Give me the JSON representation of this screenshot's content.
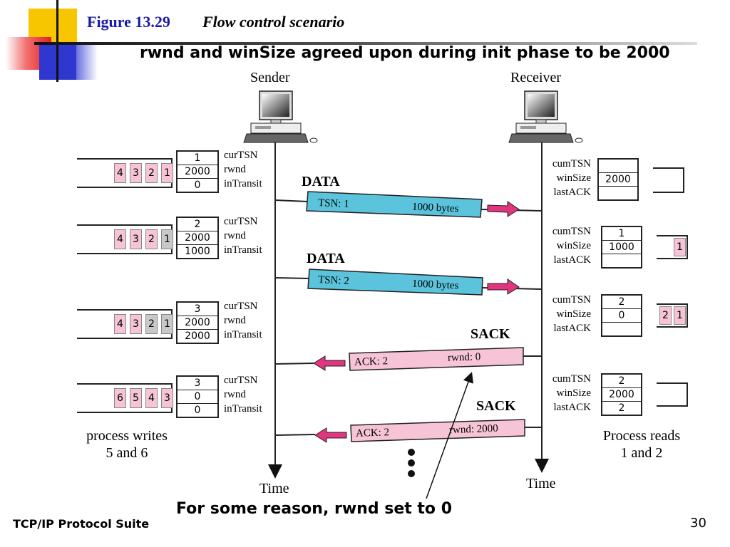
{
  "header": {
    "figure_number": "Figure 13.29",
    "figure_title": "Flow control scenario",
    "headline": "rwnd and winSize agreed upon during init phase to be 2000"
  },
  "hosts": {
    "sender": "Sender",
    "receiver": "Receiver",
    "time_label": "Time"
  },
  "sender_labels": [
    "curTSN",
    "rwnd",
    "inTransit"
  ],
  "receiver_labels": [
    "cumTSN",
    "winSize",
    "lastACK"
  ],
  "sender_states": [
    {
      "values": [
        "1",
        "2000",
        "0"
      ],
      "queue": [
        {
          "v": "4",
          "s": "pink"
        },
        {
          "v": "3",
          "s": "pink"
        },
        {
          "v": "2",
          "s": "pink"
        },
        {
          "v": "1",
          "s": "pink"
        }
      ]
    },
    {
      "values": [
        "2",
        "2000",
        "1000"
      ],
      "queue": [
        {
          "v": "4",
          "s": "pink"
        },
        {
          "v": "3",
          "s": "pink"
        },
        {
          "v": "2",
          "s": "pink"
        },
        {
          "v": "1",
          "s": "gray"
        }
      ]
    },
    {
      "values": [
        "3",
        "2000",
        "2000"
      ],
      "queue": [
        {
          "v": "4",
          "s": "pink"
        },
        {
          "v": "3",
          "s": "pink"
        },
        {
          "v": "2",
          "s": "gray"
        },
        {
          "v": "1",
          "s": "gray"
        }
      ]
    },
    {
      "values": [
        "3",
        "0",
        "0"
      ],
      "queue": [
        {
          "v": "6",
          "s": "pink"
        },
        {
          "v": "5",
          "s": "pink"
        },
        {
          "v": "4",
          "s": "pink"
        },
        {
          "v": "3",
          "s": "pink"
        }
      ]
    }
  ],
  "receiver_states": [
    {
      "values": [
        "",
        "2000",
        ""
      ],
      "queue": []
    },
    {
      "values": [
        "1",
        "1000",
        ""
      ],
      "queue": [
        {
          "v": "1",
          "s": "pink"
        }
      ]
    },
    {
      "values": [
        "2",
        "0",
        ""
      ],
      "queue": [
        {
          "v": "2",
          "s": "pink"
        },
        {
          "v": "1",
          "s": "pink"
        }
      ]
    },
    {
      "values": [
        "2",
        "2000",
        "2"
      ],
      "queue": []
    }
  ],
  "packets": [
    {
      "type": "DATA",
      "left": "TSN: 1",
      "right": "1000 bytes",
      "direction": "to-receiver",
      "color": "#5bc3dc"
    },
    {
      "type": "DATA",
      "left": "TSN: 2",
      "right": "1000 bytes",
      "direction": "to-receiver",
      "color": "#5bc3dc"
    },
    {
      "type": "SACK",
      "left": "ACK: 2",
      "right": "rwnd: 0",
      "direction": "to-sender",
      "color": "#f6c4d6"
    },
    {
      "type": "SACK",
      "left": "ACK: 2",
      "right": "rwnd: 2000",
      "direction": "to-sender",
      "color": "#f6c4d6"
    }
  ],
  "captions": {
    "sender": [
      "process writes",
      "5 and 6"
    ],
    "receiver": [
      "Process reads",
      "1 and 2"
    ]
  },
  "annotation": "For some reason, rwnd set to 0",
  "footer": {
    "suite": "TCP/IP Protocol Suite",
    "page": "30"
  },
  "colors": {
    "title_blue": "#1a1aa6",
    "arrow_magenta": "#e0357f",
    "data_packet": "#5bc3dc",
    "sack_packet": "#f6c4d6",
    "sent_chunk": "#c8c8c8"
  }
}
